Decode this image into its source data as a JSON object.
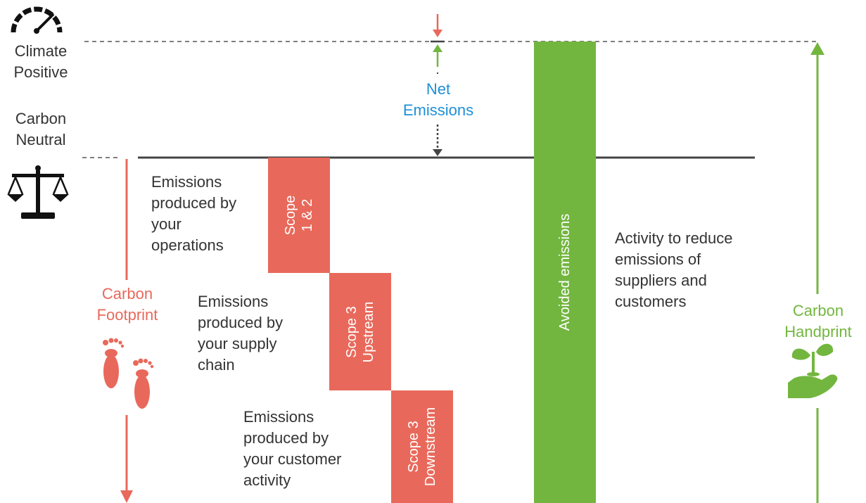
{
  "colors": {
    "scope_red": "#E8695B",
    "avoided_green": "#73B63F",
    "net_blue": "#1E90D8",
    "text_dark": "#333333",
    "baseline": "#444444"
  },
  "left_labels": {
    "climate_positive": "Climate\nPositive",
    "carbon_neutral": "Carbon\nNeutral"
  },
  "icons": {
    "gauge": "gauge-icon",
    "scale": "balance-scale-icon",
    "footprint": "footprints-icon",
    "hand_plant": "hand-plant-icon"
  },
  "net_emissions": "Net\nEmissions",
  "carbon_footprint": "Carbon\nFootprint",
  "carbon_handprint": "Carbon\nHandprint",
  "scopes": [
    {
      "label": "Scope 1 & 2",
      "description": "Emissions\nproduced by\nyour\noperations"
    },
    {
      "label": "Scope 3\nUpstream",
      "description": "Emissions\nproduced by\nyour supply\nchain"
    },
    {
      "label": "Scope 3\nDownstream",
      "description": "Emissions\nproduced by\nyour customer\nactivity"
    }
  ],
  "avoided": {
    "label": "Avoided emissions",
    "description": "Activity to reduce\nemissions of\nsuppliers and\ncustomers"
  }
}
